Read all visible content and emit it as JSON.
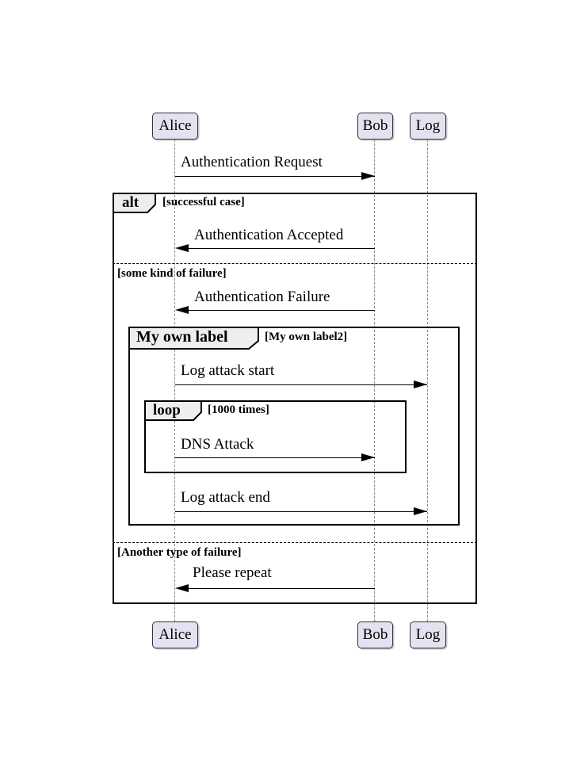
{
  "participants": [
    {
      "name": "Alice"
    },
    {
      "name": "Bob"
    },
    {
      "name": "Log"
    }
  ],
  "messages": {
    "auth_request": "Authentication Request",
    "auth_accepted": "Authentication Accepted",
    "auth_failure": "Authentication Failure",
    "log_attack_start": "Log attack start",
    "dns_attack": "DNS Attack",
    "log_attack_end": "Log attack end",
    "please_repeat": "Please repeat"
  },
  "frames": {
    "alt_label": "alt",
    "alt_condition": "[successful case]",
    "divider_1": "[some kind of failure]",
    "group_label": "My own label",
    "group_condition": "[My own label2]",
    "loop_label": "loop",
    "loop_condition": "[1000 times]",
    "divider_2": "[Another type of failure]"
  },
  "colors": {
    "participant_fill": "#E2E2F0",
    "participant_border": "#33333A",
    "frame_border": "#000000",
    "tab_fill": "#EEEEEE",
    "lifeline": "#8C8C8C",
    "arrow": "#000000",
    "background": "#FFFFFF"
  }
}
